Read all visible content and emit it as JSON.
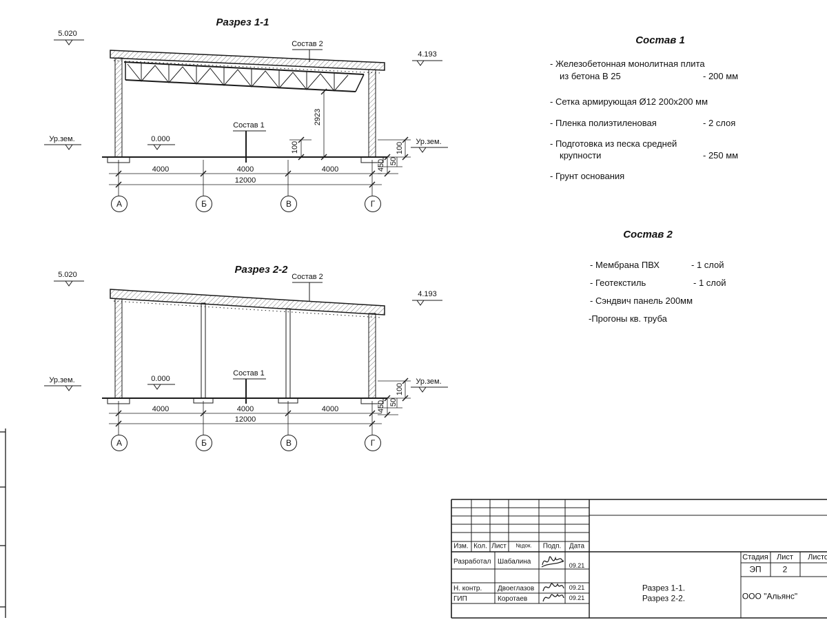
{
  "sections": {
    "s1": {
      "title": "Разрез 1-1",
      "elev_left": "5.020",
      "elev_right": "4.193",
      "callout_roof": "Состав 2",
      "callout_floor": "Состав 1",
      "ground_left": "Ур.зем.",
      "ground_right": "Ур.зем.",
      "level_zero": "0.000",
      "dim_height": "2923",
      "dim_mid": "100",
      "dim_floor": "100",
      "dim_found": "450",
      "dim_found2": "50",
      "dims": [
        "4000",
        "4000",
        "4000"
      ],
      "dim_total": "12000",
      "grid": [
        "А",
        "Б",
        "В",
        "Г"
      ]
    },
    "s2": {
      "title": "Разрез 2-2",
      "elev_left": "5.020",
      "elev_right": "4.193",
      "callout_roof": "Состав 2",
      "callout_floor": "Состав 1",
      "ground_left": "Ур.зем.",
      "ground_right": "Ур.зем.",
      "level_zero": "0.000",
      "dim_floor": "100",
      "dim_found": "450",
      "dim_found2": "50",
      "dims": [
        "4000",
        "4000",
        "4000"
      ],
      "dim_total": "12000",
      "grid": [
        "А",
        "Б",
        "В",
        "Г"
      ]
    }
  },
  "legend1": {
    "title": "Состав 1",
    "item1_line1": "- Железобетонная  монолитная плита",
    "item1_line2": "из бетона В 25",
    "item1_value": "- 200 мм",
    "item2": "- Сетка армирующая Ø12 200х200 мм",
    "item3": "- Пленка полиэтиленовая",
    "item3_value": "- 2 слоя",
    "item4_line1": "- Подготовка из песка средней",
    "item4_line2": "крупности",
    "item4_value": "- 250 мм",
    "item5": "- Грунт основания"
  },
  "legend2": {
    "title": "Состав 2",
    "item1": "- Мембрана ПВХ",
    "item1_value": "- 1 слой",
    "item2": "- Геотекстиль",
    "item2_value": "- 1 слой",
    "item3": "- Сэндвич панель 200мм",
    "item4": "-Прогоны кв. труба"
  },
  "titleblock": {
    "cols": [
      "Изм.",
      "Кол.",
      "Лист",
      "№док.",
      "Подп.",
      "Дата"
    ],
    "row1_role": "Разработал",
    "row1_name": "Шабалина",
    "row1_date": "09.21",
    "row2_role": "Н. контр.",
    "row2_name": "Двоеглазов",
    "row2_date": "09.21",
    "row3_role": "ГИП",
    "row3_name": "Коротаев",
    "row3_date": "09.21",
    "title_line1": "Разрез 1-1.",
    "title_line2": "Разрез 2-2.",
    "stage_label": "Стадия",
    "sheet_label": "Лист",
    "sheets_label": "Листов",
    "stage": "ЭП",
    "sheet": "2",
    "company": "ООО \"Альянс\""
  }
}
